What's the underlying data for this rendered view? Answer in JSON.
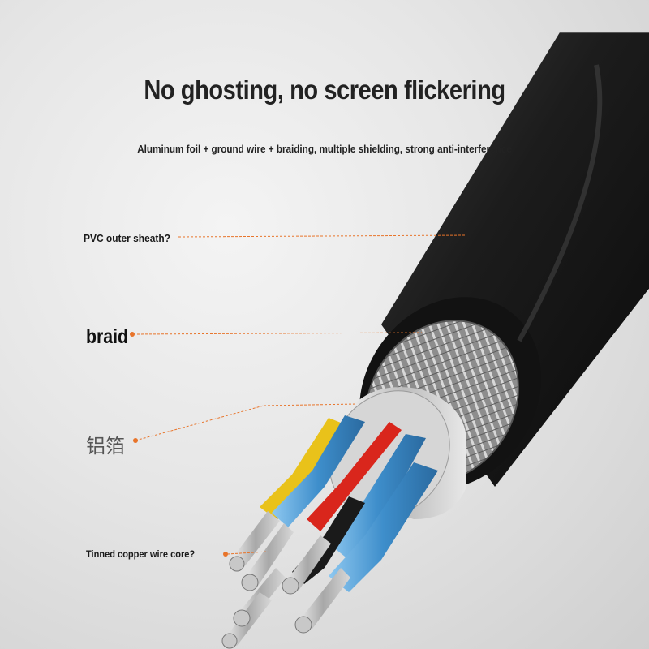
{
  "headline": "No ghosting, no screen flickering",
  "subline": "Aluminum foil + ground wire + braiding, multiple shielding, strong anti-interference",
  "labels": {
    "pvc": "PVC outer sheath?",
    "braid": "braid",
    "foil": "铝箔",
    "core": "Tinned copper wire core?"
  },
  "colors": {
    "leader": "#e8742a",
    "sheath": "#151515",
    "foil": "#cfcfcf",
    "wire_red": "#d9261c",
    "wire_yellow": "#e9c21a",
    "wire_blue": "#3e8ecb"
  }
}
